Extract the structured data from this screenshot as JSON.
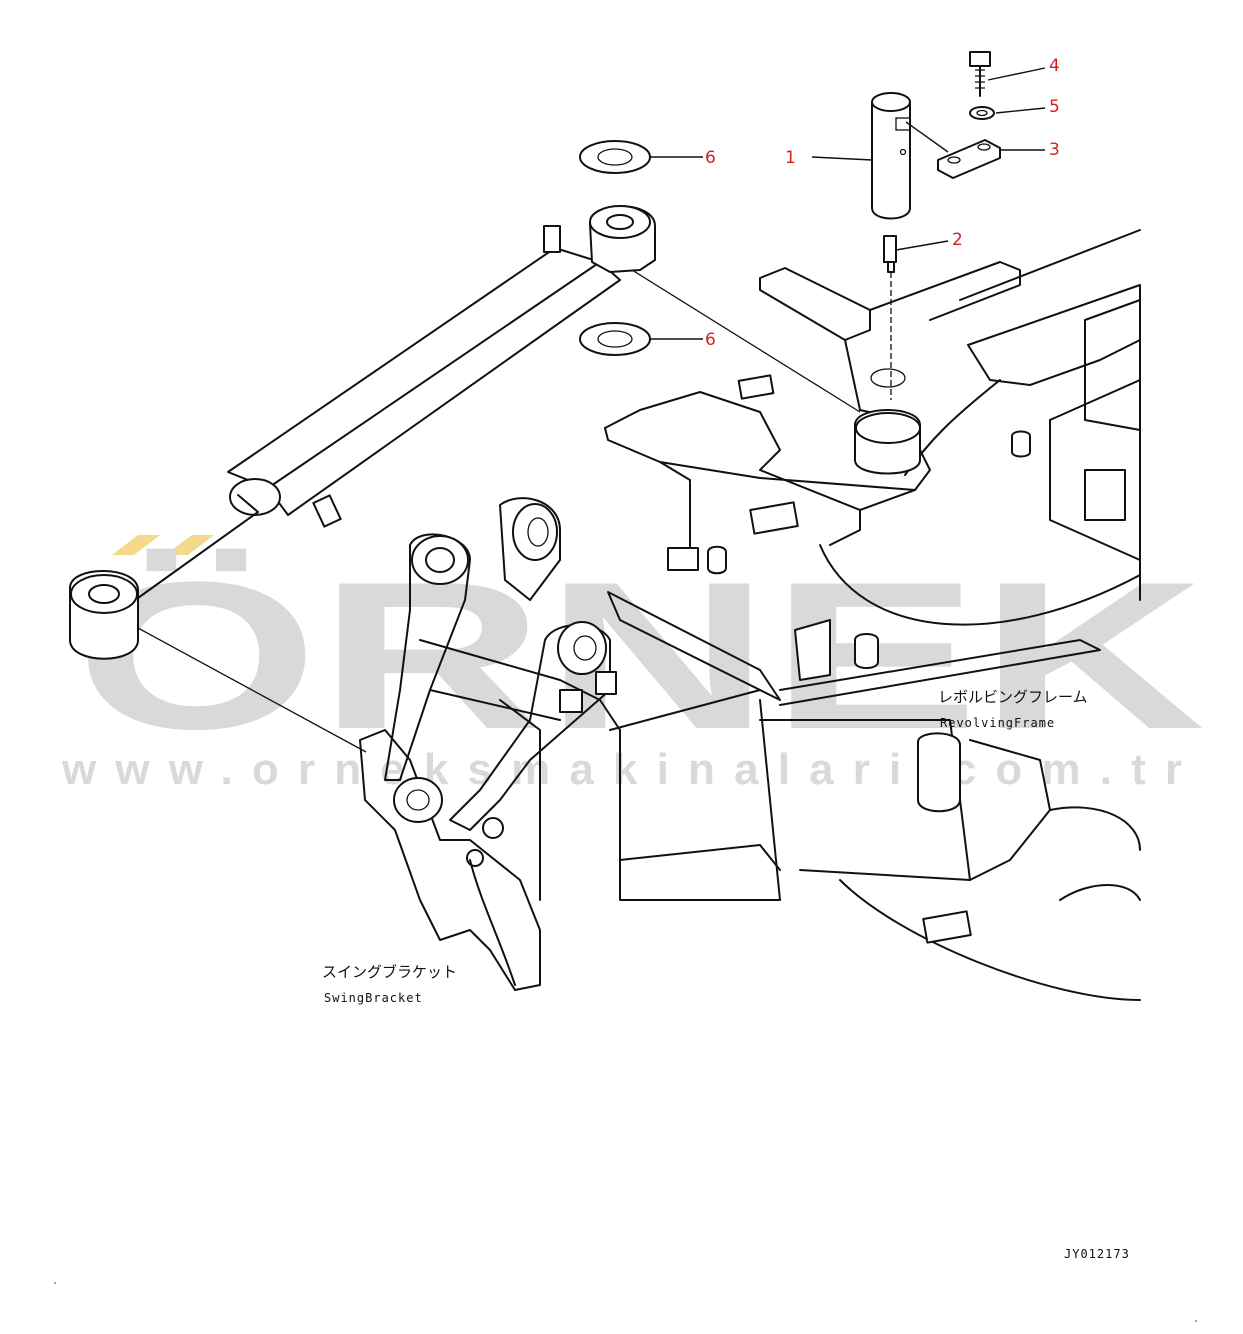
{
  "callouts": [
    {
      "number": "1"
    },
    {
      "number": "2"
    },
    {
      "number": "3"
    },
    {
      "number": "4"
    },
    {
      "number": "5"
    },
    {
      "number": "6"
    },
    {
      "number": "6"
    }
  ],
  "labels": {
    "revolving_frame_jp": "レボルビングフレーム",
    "revolving_frame_en": "RevolvingFrame",
    "swing_bracket_jp": "スイングブラケット",
    "swing_bracket_en": "SwingBracket"
  },
  "drawing_code": "JY012173",
  "watermark": {
    "logo": "ÖRNEK",
    "url": "www.orneksmakinalari.com.tr"
  },
  "colors": {
    "callout": "#d61e1e",
    "line": "#111111",
    "watermark_gray": "#d9d9d9",
    "watermark_gold": "#f4d98a"
  }
}
